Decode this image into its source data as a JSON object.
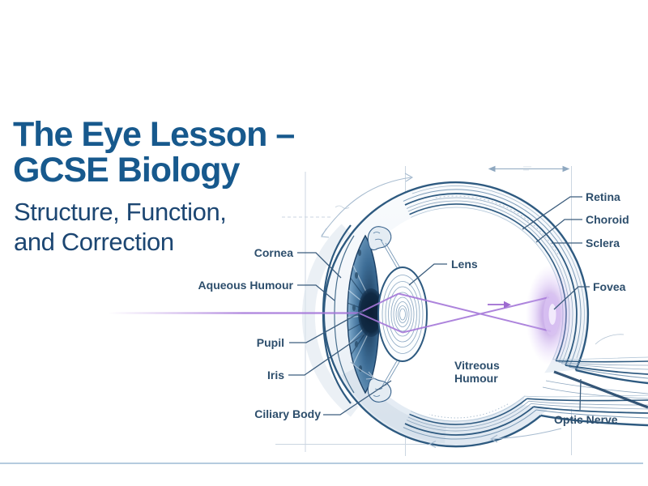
{
  "slide": {
    "title_line1": "The Eye Lesson –",
    "title_line2": "GCSE Biology",
    "subtitle_line1": "Structure, Function,",
    "subtitle_line2": "and Correction"
  },
  "diagram": {
    "type": "human-eye-cross-section",
    "labels": {
      "cornea": "Cornea",
      "aqueous_humour": "Aqueous Humour",
      "pupil": "Pupil",
      "iris": "Iris",
      "ciliary_body": "Ciliary Body",
      "lens": "Lens",
      "vitreous_line1": "Vitreous",
      "vitreous_line2": "Humour",
      "retina": "Retina",
      "choroid": "Choroid",
      "sclera": "Sclera",
      "fovea": "Fovea",
      "optic_nerve": "Optic Nerve"
    },
    "annotations": {
      "light_ray_direction": "left-to-right",
      "light_rays_focus_on": "Fovea"
    }
  },
  "colors": {
    "title_blue": "#17598D",
    "subtitle_navy": "#1C4672",
    "label_text": "#2D4E6C",
    "outline_blue": "#2E5A80",
    "ray_purple": "#A577D9",
    "fovea_glow": "#9B6BD4",
    "divider_line": "#B5CBDF",
    "background": "#FFFFFF"
  }
}
